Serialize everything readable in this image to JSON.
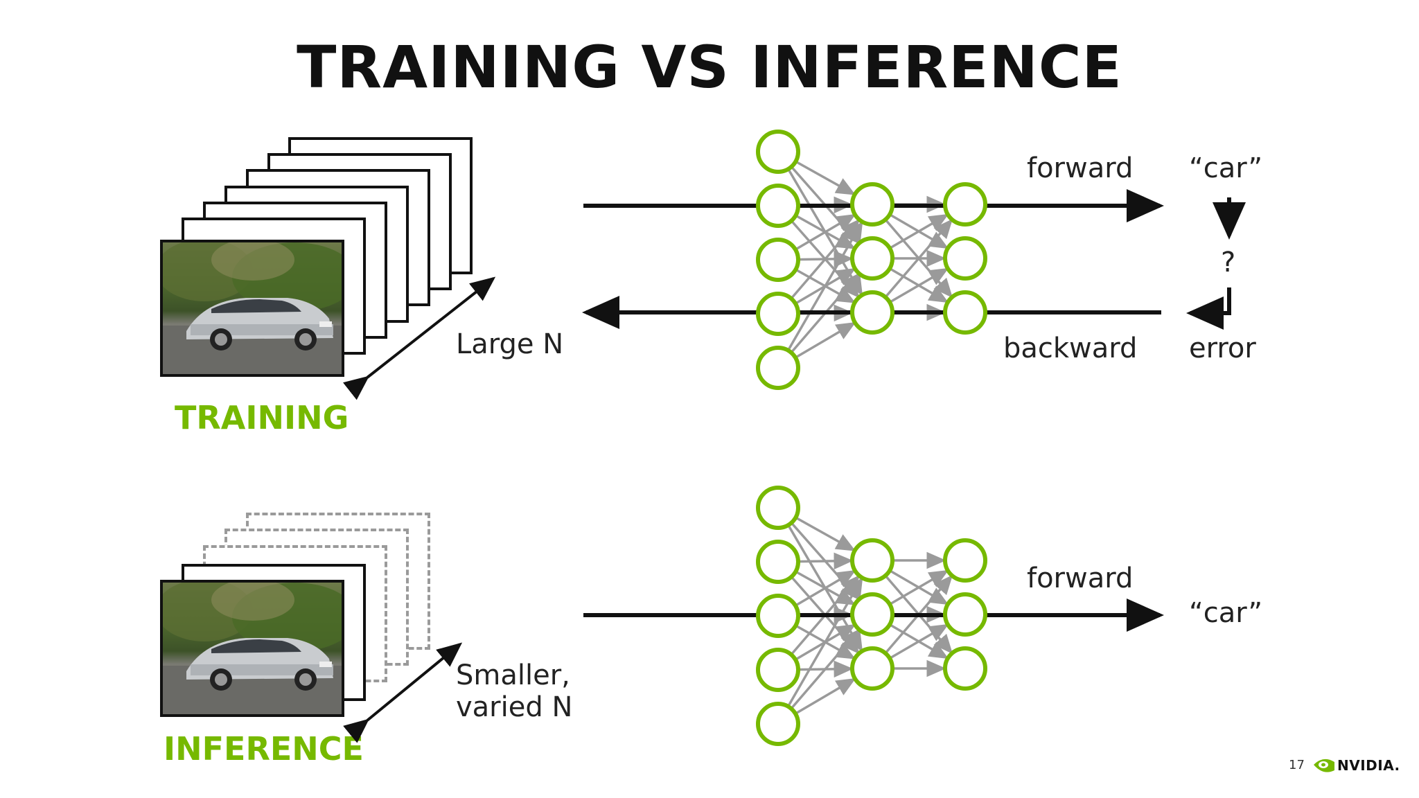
{
  "title": "TRAINING VS INFERENCE",
  "training": {
    "label": "TRAINING",
    "batch_label": "Large N",
    "forward_label": "forward",
    "backward_label": "backward",
    "output_label": "“car”",
    "question_label": "?",
    "error_label": "error"
  },
  "inference": {
    "label": "INFERENCE",
    "batch_label_line1": "Smaller,",
    "batch_label_line2": "varied N",
    "forward_label": "forward",
    "output_label": "“car”"
  },
  "footer": {
    "page_number": "17",
    "brand": "NVIDIA."
  },
  "colors": {
    "accent_green": "#76b900",
    "arrow_black": "#111111",
    "edge_gray": "#9a9a9a"
  },
  "icons": [
    "nvidia-logo-icon",
    "car-photo"
  ]
}
